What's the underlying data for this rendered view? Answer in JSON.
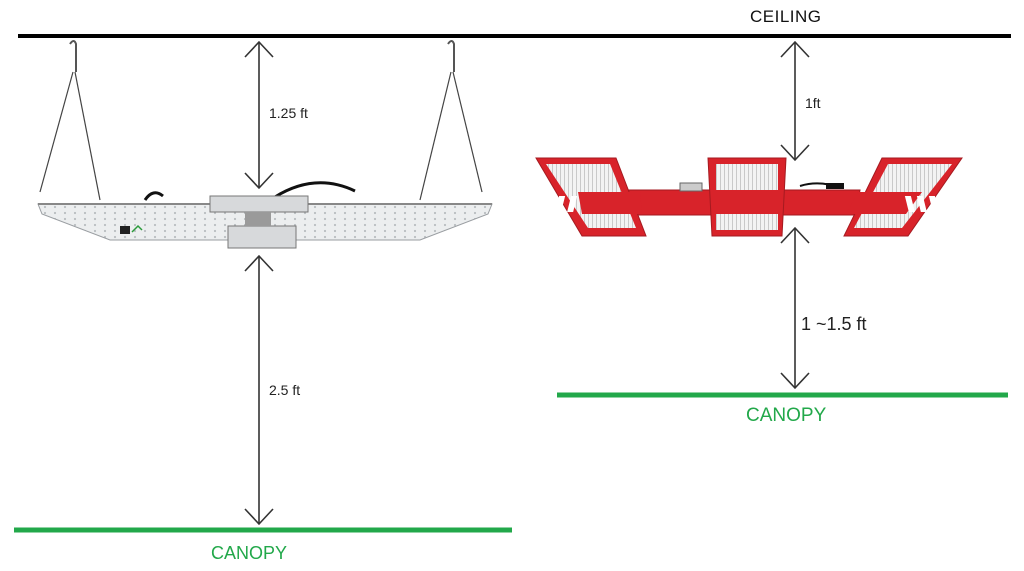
{
  "ceiling": {
    "label": "CEILING"
  },
  "left_setup": {
    "light_to_ceiling": "1.25 ft",
    "light_to_canopy": "2.5 ft",
    "canopy_label": "CANOPY"
  },
  "right_setup": {
    "light_to_ceiling": "1ft",
    "light_to_canopy": "1 ~1.5 ft",
    "canopy_label": "CANOPY"
  },
  "colors": {
    "ceiling_line": "#000000",
    "canopy_line": "#22a84a",
    "canopy_text": "#22a84a",
    "red_light": "#d8232a",
    "arrow": "#333333"
  }
}
